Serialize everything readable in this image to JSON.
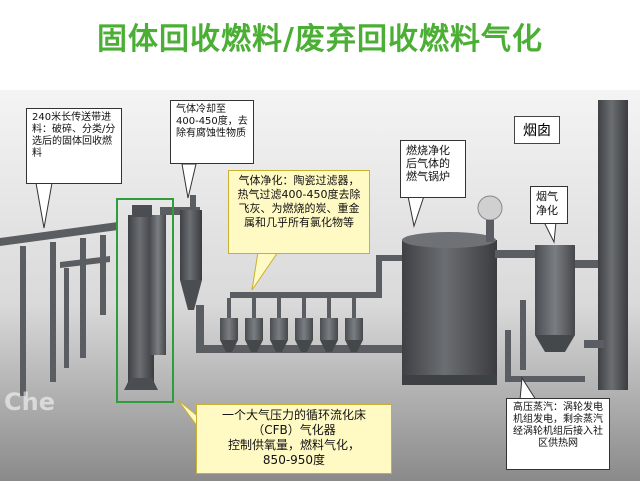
{
  "title": "固体回收燃料/废弃回收燃料气化",
  "callouts": {
    "conveyor": "240米长传送带进料：破碎、分类/分选后的固体回收燃料",
    "cooling": "气体冷却至400-450度，去除有腐蚀性物质",
    "purification": "气体净化：陶瓷过滤器，热气过滤400-450度去除飞灰、为燃烧的炭、重金属和几乎所有氯化物等",
    "boiler": "燃烧净化后气体的燃气锅炉",
    "chimney": "烟囱",
    "flue_gas": "烟气净化",
    "gasifier": "一个大气压力的循环流化床（CFB）气化器\n控制供氧量，燃料气化，\n850-950度",
    "steam": "高压蒸汽：涡轮发电机组发电，剩余蒸汽经涡轮机组后接入社区供热网"
  },
  "watermark": "Che",
  "colors": {
    "title_green": "#4caf35",
    "highlight_green": "#2e9d3a",
    "callout_yellow": "#fff9c4",
    "equipment": "#55585c"
  }
}
